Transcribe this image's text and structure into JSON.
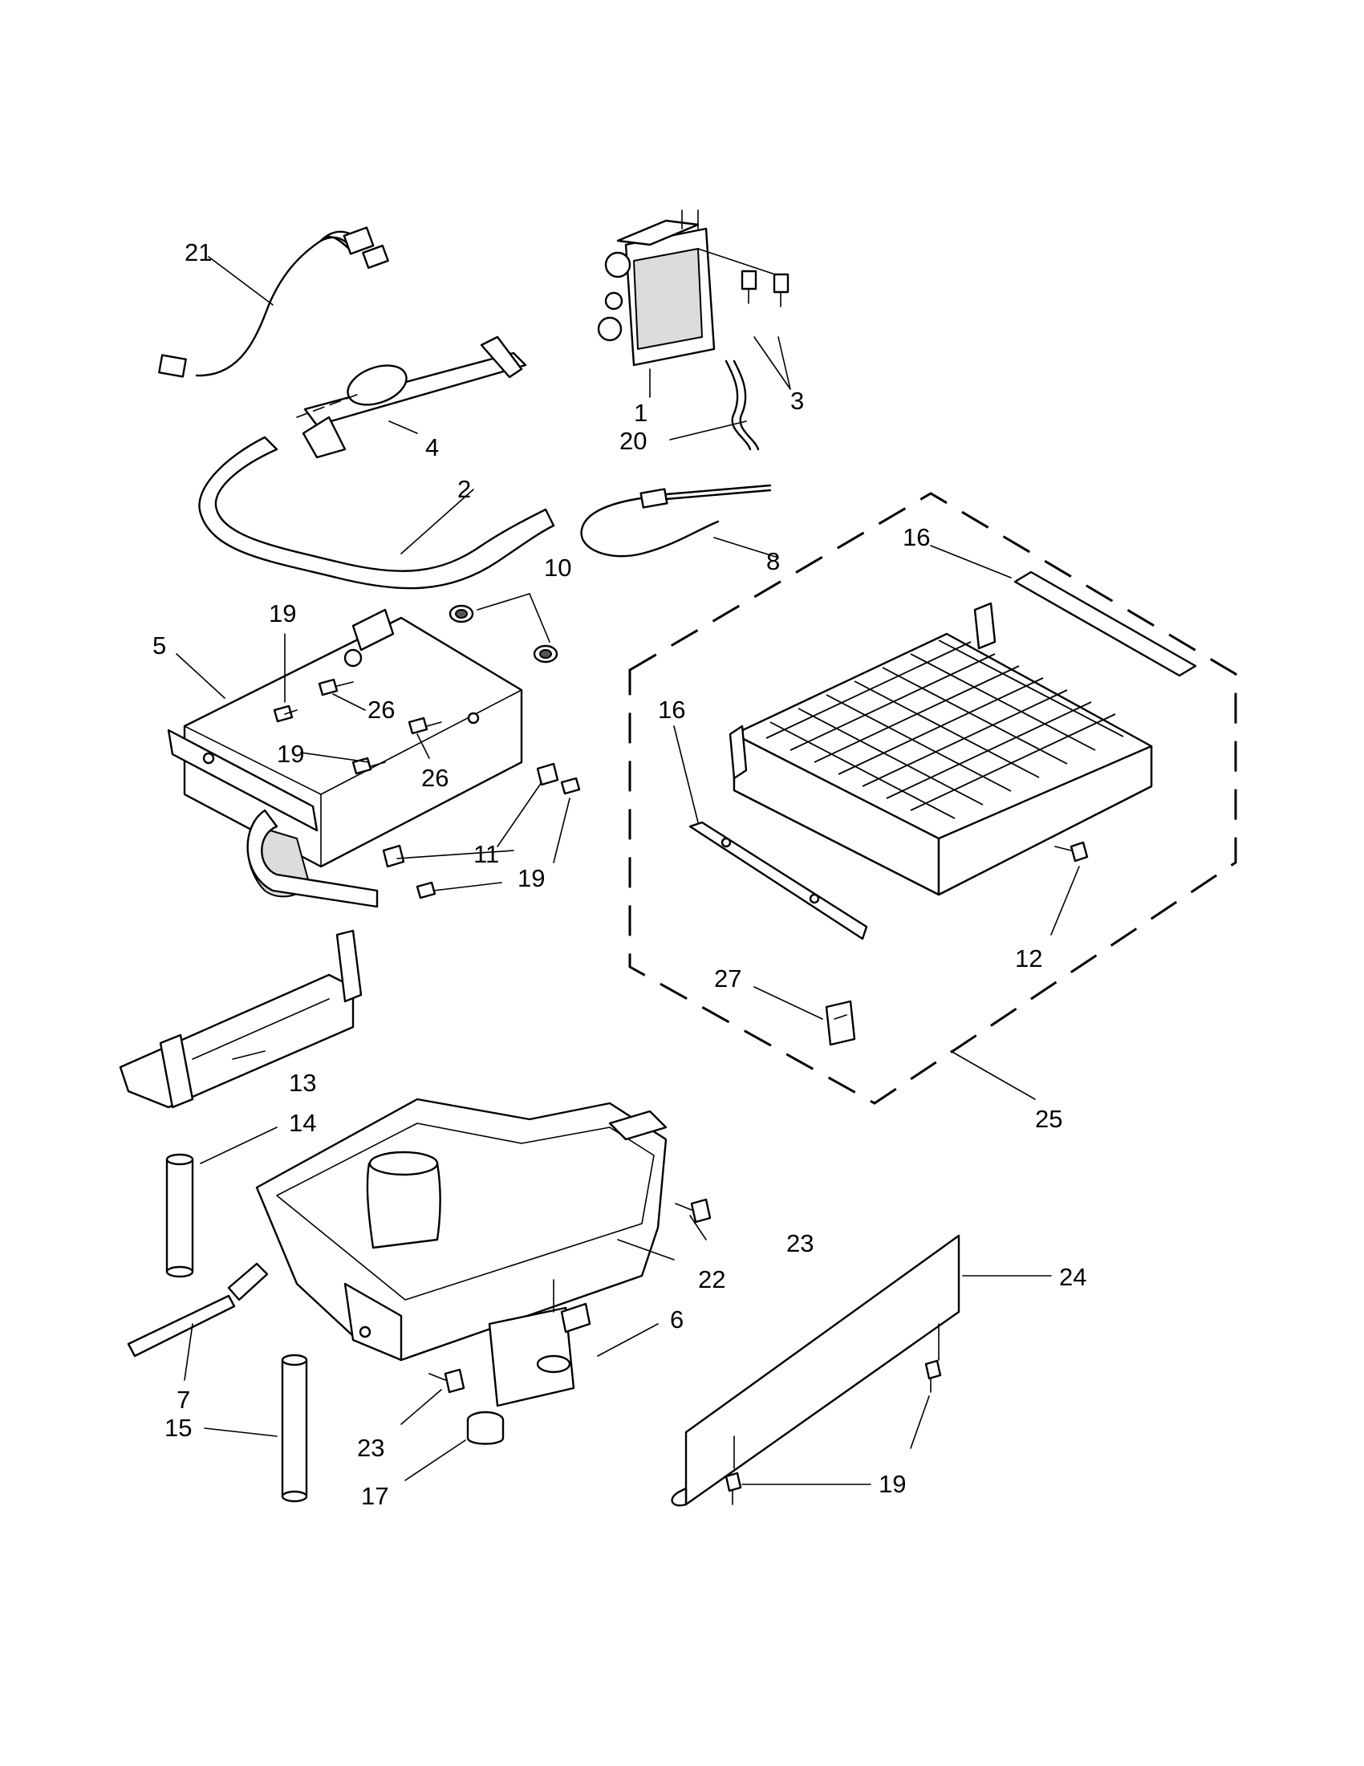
{
  "callouts": {
    "c1": "1",
    "c2": "2",
    "c3": "3",
    "c4": "4",
    "c5": "5",
    "c6": "6",
    "c7": "7",
    "c8": "8",
    "c10": "10",
    "c11": "11",
    "c12": "12",
    "c13": "13",
    "c14": "14",
    "c15": "15",
    "c16a": "16",
    "c16b": "16",
    "c17": "17",
    "c19a": "19",
    "c19b": "19",
    "c19c": "19",
    "c19d": "19",
    "c20": "20",
    "c21": "21",
    "c22": "22",
    "c23a": "23",
    "c23b": "23",
    "c24": "24",
    "c25": "25",
    "c26a": "26",
    "c26b": "26",
    "c27": "27"
  }
}
